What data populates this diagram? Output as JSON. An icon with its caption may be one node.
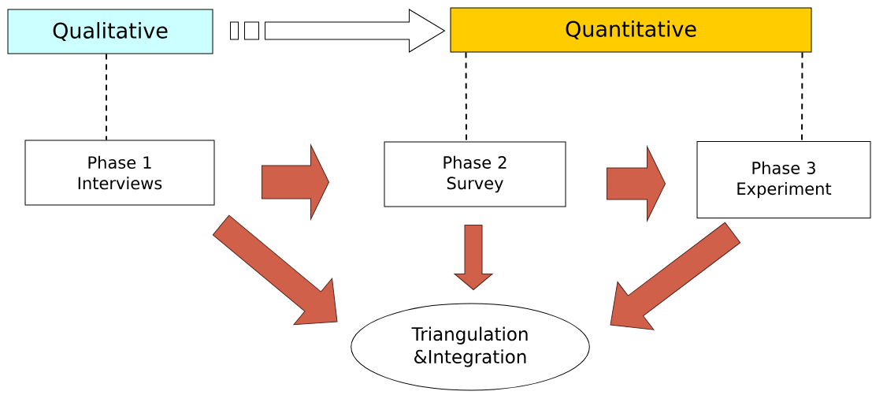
{
  "diagram": {
    "nodes": [
      {
        "text": [
          "Qualitative"
        ]
      },
      {
        "text": [
          "Quantitative"
        ]
      },
      {
        "text": [
          "Phase 1 Interviews"
        ]
      },
      {
        "text": [
          "Phase 2 Survey"
        ]
      },
      {
        "text": [
          "Phase 3 Experiment"
        ]
      },
      {
        "text": [
          "Triangulation &Integration"
        ]
      }
    ],
    "edges": [
      {
        "from": 0,
        "to": 1,
        "arrow": "to"
      },
      {
        "from": 0,
        "to": 2,
        "arrow": "none",
        "style": "dashed"
      },
      {
        "from": 1,
        "to": 3,
        "arrow": "none",
        "style": "dashed"
      },
      {
        "from": 1,
        "to": 4,
        "arrow": "none",
        "style": "dashed"
      },
      {
        "from": 2,
        "to": 3,
        "arrow": "to",
        "color": "#d0604a"
      },
      {
        "from": 3,
        "to": 4,
        "arrow": "to",
        "color": "#d0604a"
      },
      {
        "from": 2,
        "to": 5,
        "arrow": "to",
        "color": "#d0604a"
      },
      {
        "from": 3,
        "to": 5,
        "arrow": "to",
        "color": "#d0604a"
      },
      {
        "from": 4,
        "to": 5,
        "arrow": "to",
        "color": "#d0604a"
      }
    ]
  }
}
